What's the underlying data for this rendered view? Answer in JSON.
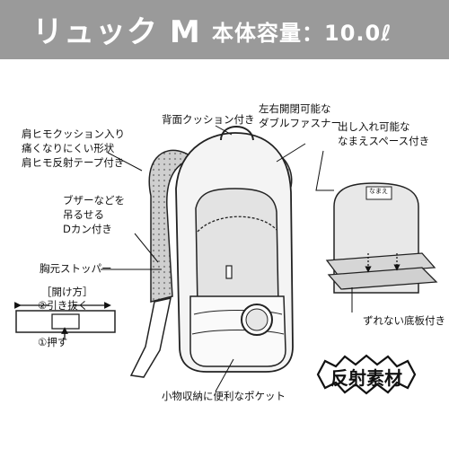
{
  "header": {
    "title": "リュック M",
    "capacity": "本体容量：10.0ℓ"
  },
  "labels": {
    "shoulder_cushion": "肩ヒモクッション入り",
    "painless_shape": "痛くなりにくい形状",
    "reflective_tape": "肩ヒモ反射テープ付き",
    "back_cushion": "背面クッション付き",
    "double_zipper_1": "左右開閉可能な",
    "double_zipper_2": "ダブルファスナー",
    "name_space_1": "出し入れ可能な",
    "name_space_2": "なまえスペース付き",
    "buzzer_1": "ブザーなどを",
    "buzzer_2": "吊るせる",
    "buzzer_3": "Dカン付き",
    "chest_stopper": "胸元ストッパー",
    "how_to_open": "［開け方］",
    "step_pull": "②引き抜く",
    "step_push": "①押す",
    "bottom_board": "ずれない底板付き",
    "pocket": "小物収納に便利なポケット",
    "name_tag": "なまえ"
  },
  "badge": {
    "text": "反射素材"
  }
}
